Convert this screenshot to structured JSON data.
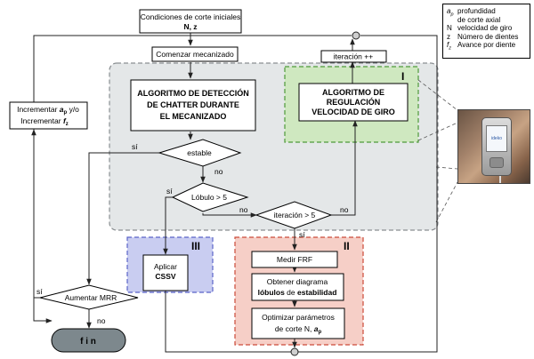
{
  "nodes": {
    "initial_conditions": {
      "line1": "Condiciones de corte iniciales",
      "line2": "N, z"
    },
    "start_machining": "Comenzar mecanizado",
    "iteration_inc": "iteración ++",
    "chatter_algo": {
      "line1": "ALGORITMO DE DETECCIÓN",
      "line2": "DE CHATTER DURANTE",
      "line3": "EL MECANIZADO"
    },
    "speed_algo": {
      "line1": "ALGORITMO DE",
      "line2": "REGULACIÓN",
      "line3": "VELOCIDAD DE GIRO"
    },
    "stable": "estable",
    "lobe_test": "Lóbulo > 5",
    "iter_test": "iteración > 5",
    "apply_cssv": {
      "line1": "Aplicar",
      "line2": "CSSV"
    },
    "measure_frf": "Medir FRF",
    "stability_diagram": {
      "line1": "Obtener diagrama",
      "line2a": "lóbulos",
      "line2b": " de ",
      "line2c": "estabilidad"
    },
    "optimize": {
      "line1": "Optimizar parámetros",
      "line2": "de corte N, ",
      "line2_sym": "a",
      "line2_sub": "p"
    },
    "increase_mrr": "Aumentar MRR",
    "end": "f i n",
    "increment": {
      "line1a": "Incrementar ",
      "line1_sym": "a",
      "line1_sub": "p",
      "line1b": " y/o",
      "line2a": "Incrementar ",
      "line2_sym": "f",
      "line2_sub": "z"
    }
  },
  "edge_labels": {
    "yes": "sí",
    "no": "no"
  },
  "regions": {
    "one": "I",
    "two": "II",
    "three": "III"
  },
  "legend": [
    {
      "sym": "a",
      "sub": "p",
      "lines": [
        "profundidad",
        "de corte axial"
      ]
    },
    {
      "sym": "N",
      "sub": "",
      "lines": [
        "velocidad de giro"
      ]
    },
    {
      "sym": "z",
      "sub": "",
      "lines": [
        "Número de dientes"
      ]
    },
    {
      "sym": "f",
      "sub": "z",
      "lines": [
        "Avance por diente"
      ]
    }
  ],
  "device_screen": "ideko",
  "colors": {
    "region_gray": "#e4e7e8",
    "region_gray_border": "#8a8f92",
    "region_green": "#cfe8c0",
    "region_green_border": "#4e9a3a",
    "region_red": "#f6cfc7",
    "region_red_border": "#cc4b3a",
    "region_blue": "#c9cdf1",
    "region_blue_border": "#5a63c8",
    "end_fill": "#7d888d"
  }
}
